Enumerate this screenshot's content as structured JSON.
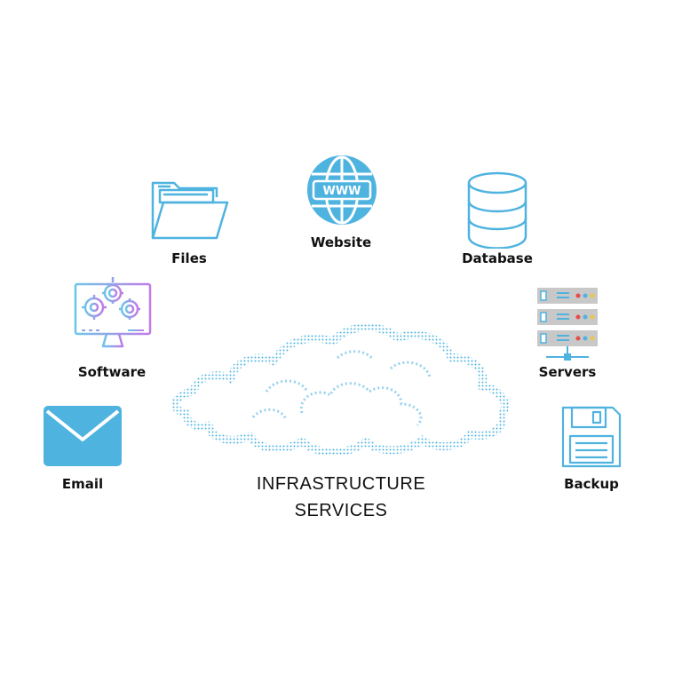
{
  "diagram": {
    "center": {
      "line1": "INFRASTRUCTURE",
      "line2": "SERVICES",
      "icon": "cloud-icon"
    },
    "nodes": {
      "website": {
        "label": "Website",
        "icon": "globe-www-icon"
      },
      "files": {
        "label": "Files",
        "icon": "folder-icon"
      },
      "database": {
        "label": "Database",
        "icon": "database-icon"
      },
      "software": {
        "label": "Software",
        "icon": "gear-monitor-icon"
      },
      "servers": {
        "label": "Servers",
        "icon": "server-rack-icon"
      },
      "email": {
        "label": "Email",
        "icon": "envelope-icon"
      },
      "backup": {
        "label": "Backup",
        "icon": "floppy-disk-icon"
      },
      "www_text": "WWW"
    }
  },
  "colors": {
    "accent": "#4fb3e0",
    "gradient_start": "#6cc6e8",
    "gradient_end": "#c07be8",
    "text": "#111111"
  }
}
